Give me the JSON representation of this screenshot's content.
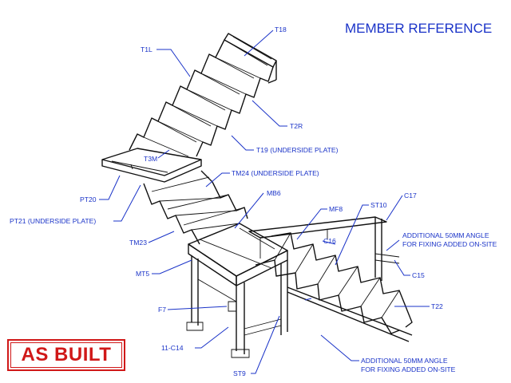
{
  "title": "MEMBER REFERENCE",
  "stamp": "AS BUILT",
  "colors": {
    "label": "#1a33c8",
    "stamp": "#d01818",
    "drawing": "#111111"
  },
  "labels": {
    "t18": "T18",
    "t1l": "T1L",
    "t2r": "T2R",
    "t19": "T19 (UNDERSIDE PLATE)",
    "t3m": "T3M",
    "tm24": "TM24 (UNDERSIDE PLATE)",
    "pt20": "PT20",
    "mb6": "MB6",
    "pt21": "PT21 (UNDERSIDE PLATE)",
    "st10": "ST10",
    "c17": "C17",
    "mf8": "MF8",
    "c16": "C16",
    "angle_top": [
      "ADDITIONAL 50MM ANGLE",
      "FOR FIXING ADDED ON-SITE"
    ],
    "tm23": "TM23",
    "c15": "C15",
    "mt5": "MT5",
    "f7": "F7",
    "t22": "T22",
    "c14": "11-C14",
    "st9": "ST9",
    "angle_bottom": [
      "ADDITIONAL 50MM ANGLE",
      "FOR FIXING ADDED ON-SITE"
    ]
  }
}
